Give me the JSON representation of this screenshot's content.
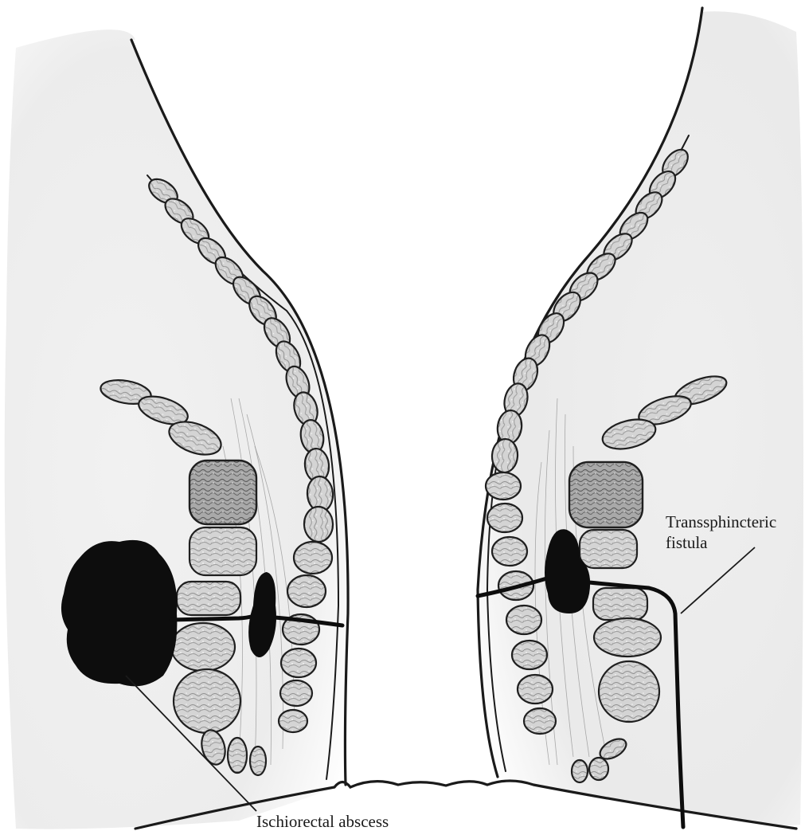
{
  "labels": {
    "abscess": "Ischiorectal abscess",
    "fistula_line1": "Transsphincteric",
    "fistula_line2": "fistula"
  }
}
